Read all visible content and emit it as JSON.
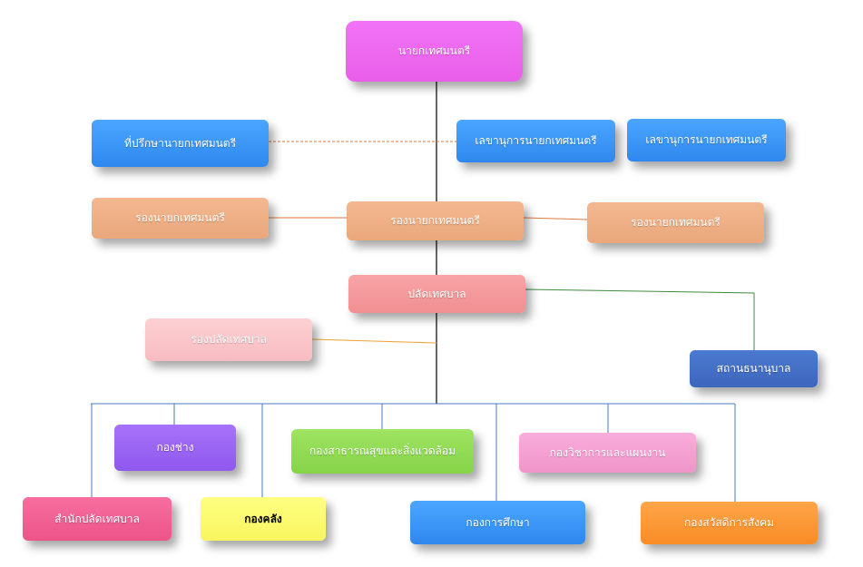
{
  "diagram": {
    "mayor": "นายกเทศมนตรี",
    "advisor": "ที่ปรึกษานายกเทศมนตรี",
    "secretary_1": "เลขานุการนายกเทศมนตรี",
    "secretary_2": "เลขานุการนายกเทศมนตรี",
    "deputy_mayor_left": "รองนายกเทศมนตรี",
    "deputy_mayor_center": "รองนายกเทศมนตรี",
    "deputy_mayor_right": "รองนายกเทศมนตรี",
    "municipal_clerk": "ปลัดเทศบาล",
    "deputy_municipal_clerk": "รองปลัดเทศบาล",
    "pawnshop": "สถานธนานุบาล",
    "engineering_division": "กองช่าง",
    "public_health_division": "กองสาธารณสุขและสิ่งแวดล้อม",
    "planning_division": "กองวิชาการและแผนงาน",
    "clerk_office": "สำนักปลัดเทศบาล",
    "treasury_division": "กองคลัง",
    "education_division": "กองการศึกษา",
    "welfare_division": "กองสวัสดิการสังคม"
  },
  "colors": {
    "mayor": "#ee66ee",
    "advisor": "#3a95f5",
    "secretary": "#3a95f5",
    "deputy_mayor": "#eeaf85",
    "municipal_clerk": "#f49a9d",
    "deputy_municipal_clerk": "#fac6ca",
    "pawnshop": "#4470c6",
    "engineering_division": "#9a64f3",
    "public_health_division": "#92dc55",
    "planning_division": "#f4a1d2",
    "clerk_office": "#f16093",
    "treasury_division": "#fcfa70",
    "education_division": "#3a95f5",
    "welfare_division": "#fb9a38",
    "line_main": "#000000",
    "line_deputy": "#e07a40",
    "line_pawnshop": "#3f8a3f",
    "line_deputy_clerk": "#f0a030",
    "line_divisions": "#4a78c0",
    "line_dashed": "#e07a40"
  }
}
